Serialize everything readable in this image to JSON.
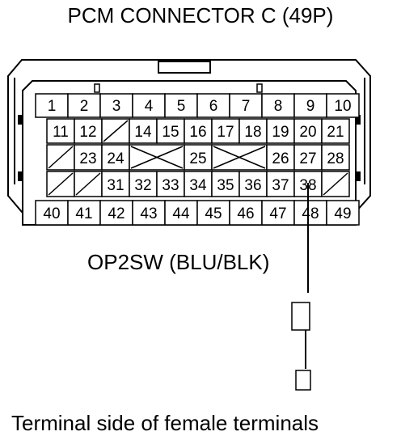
{
  "title": "PCM CONNECTOR C (49P)",
  "wire_label": "OP2SW (BLU/BLK)",
  "caption": "Terminal side of female terminals",
  "rows": [
    [
      "1",
      "2",
      "3",
      "4",
      "5",
      "6",
      "7",
      "8",
      "9",
      "10"
    ],
    [
      "11",
      "12",
      "",
      "14",
      "15",
      "16",
      "17",
      "18",
      "19",
      "20",
      "21"
    ],
    [
      "",
      "23",
      "24",
      "",
      "25",
      "",
      "26",
      "27",
      "28"
    ],
    [
      "",
      "",
      "31",
      "32",
      "33",
      "34",
      "35",
      "36",
      "37",
      "38",
      ""
    ],
    [
      "40",
      "41",
      "42",
      "43",
      "44",
      "45",
      "46",
      "47",
      "48",
      "49"
    ]
  ]
}
